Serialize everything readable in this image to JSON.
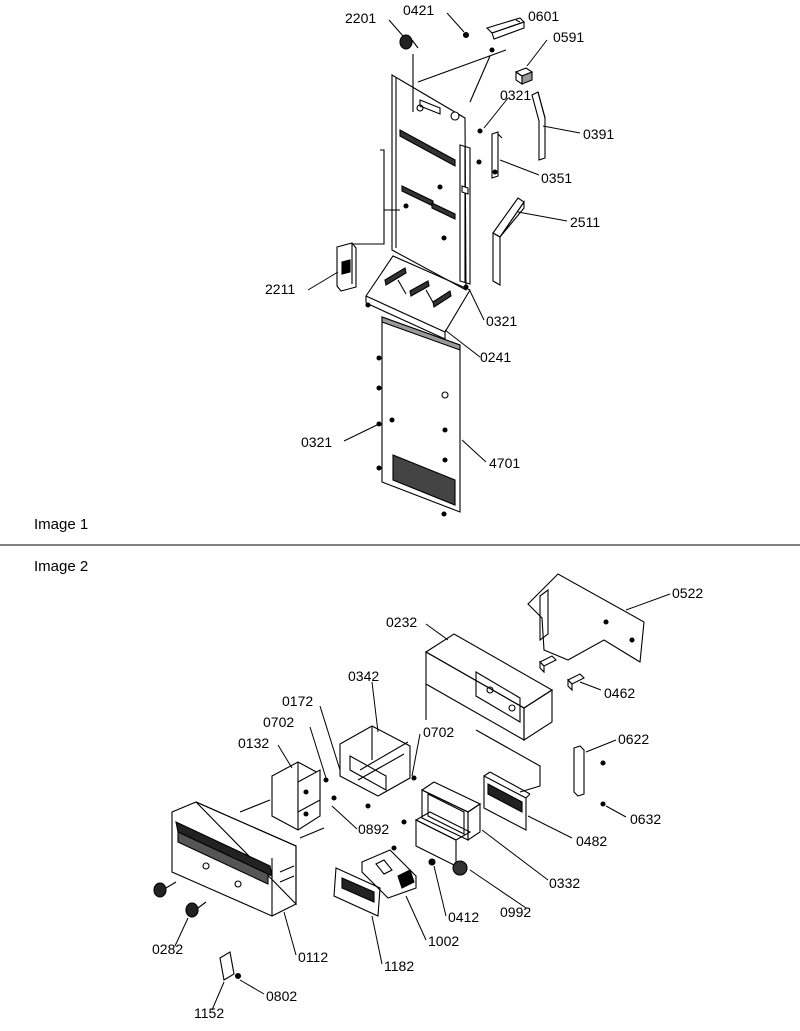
{
  "header": {
    "left_fragment": "",
    "right_fragment": ""
  },
  "panels": [
    {
      "title": "Image 1",
      "labels": [
        "2201",
        "0421",
        "0601",
        "0591",
        "0321",
        "0391",
        "0351",
        "2511",
        "2211",
        "0321",
        "0241",
        "0321",
        "4701"
      ]
    },
    {
      "title": "Image 2",
      "labels": [
        "0522",
        "0232",
        "0462",
        "0342",
        "0172",
        "0702",
        "0702",
        "0622",
        "0132",
        "0892",
        "0482",
        "0632",
        "0332",
        "0992",
        "0412",
        "1002",
        "0282",
        "0112",
        "1182",
        "0802",
        "1152"
      ]
    }
  ]
}
